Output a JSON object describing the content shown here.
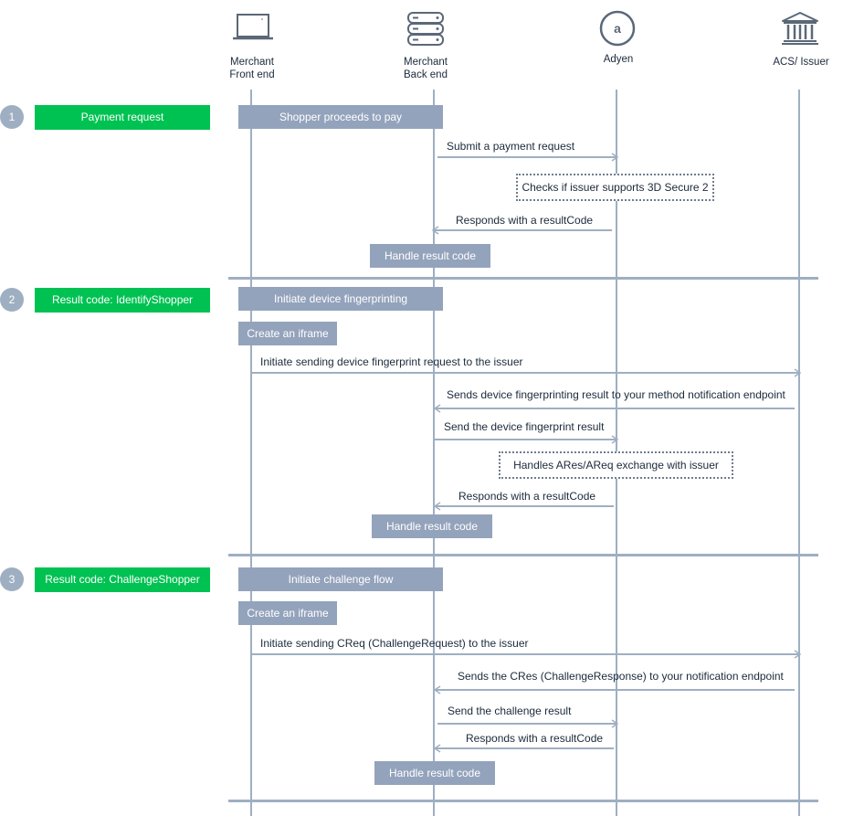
{
  "actors": [
    {
      "label": "Merchant\nFront end",
      "icon": "laptop-icon"
    },
    {
      "label": "Merchant\nBack end",
      "icon": "server-icon"
    },
    {
      "label": "Adyen",
      "icon": "adyen-logo-icon"
    },
    {
      "label": "ACS/ Issuer",
      "icon": "bank-icon"
    }
  ],
  "steps": [
    {
      "number": "1",
      "label": "Payment request"
    },
    {
      "number": "2",
      "label": "Result code: IdentifyShopper"
    },
    {
      "number": "3",
      "label": "Result code: ChallengeShopper"
    }
  ],
  "adyen_logo_letter": "a",
  "boxes": [
    "Shopper proceeds to pay",
    "Handle result code",
    "Initiate device fingerprinting",
    "Create an iframe",
    "Handle result code",
    "Initiate challenge flow",
    "Create an iframe",
    "Handle result code"
  ],
  "notes": [
    "Checks if issuer supports 3D Secure 2",
    "Handles ARes/AReq exchange with issuer"
  ],
  "messages": [
    "Submit a payment request",
    "Responds with a resultCode",
    "Initiate sending device fingerprint request to the issuer",
    "Sends device fingerprinting result to your method notification endpoint",
    "Send the device fingerprint result",
    "Responds with a resultCode",
    "Initiate sending CReq (ChallengeRequest) to the issuer",
    "Sends the CRes (ChallengeResponse) to your notification endpoint",
    "Send the challenge result",
    "Responds with a resultCode"
  ],
  "colors": {
    "lifeline": "#9fafc2",
    "step_green": "#00c252",
    "box_fill": "#94a3bc",
    "arrow": "#9fafc2",
    "icon": "#5b6878"
  }
}
